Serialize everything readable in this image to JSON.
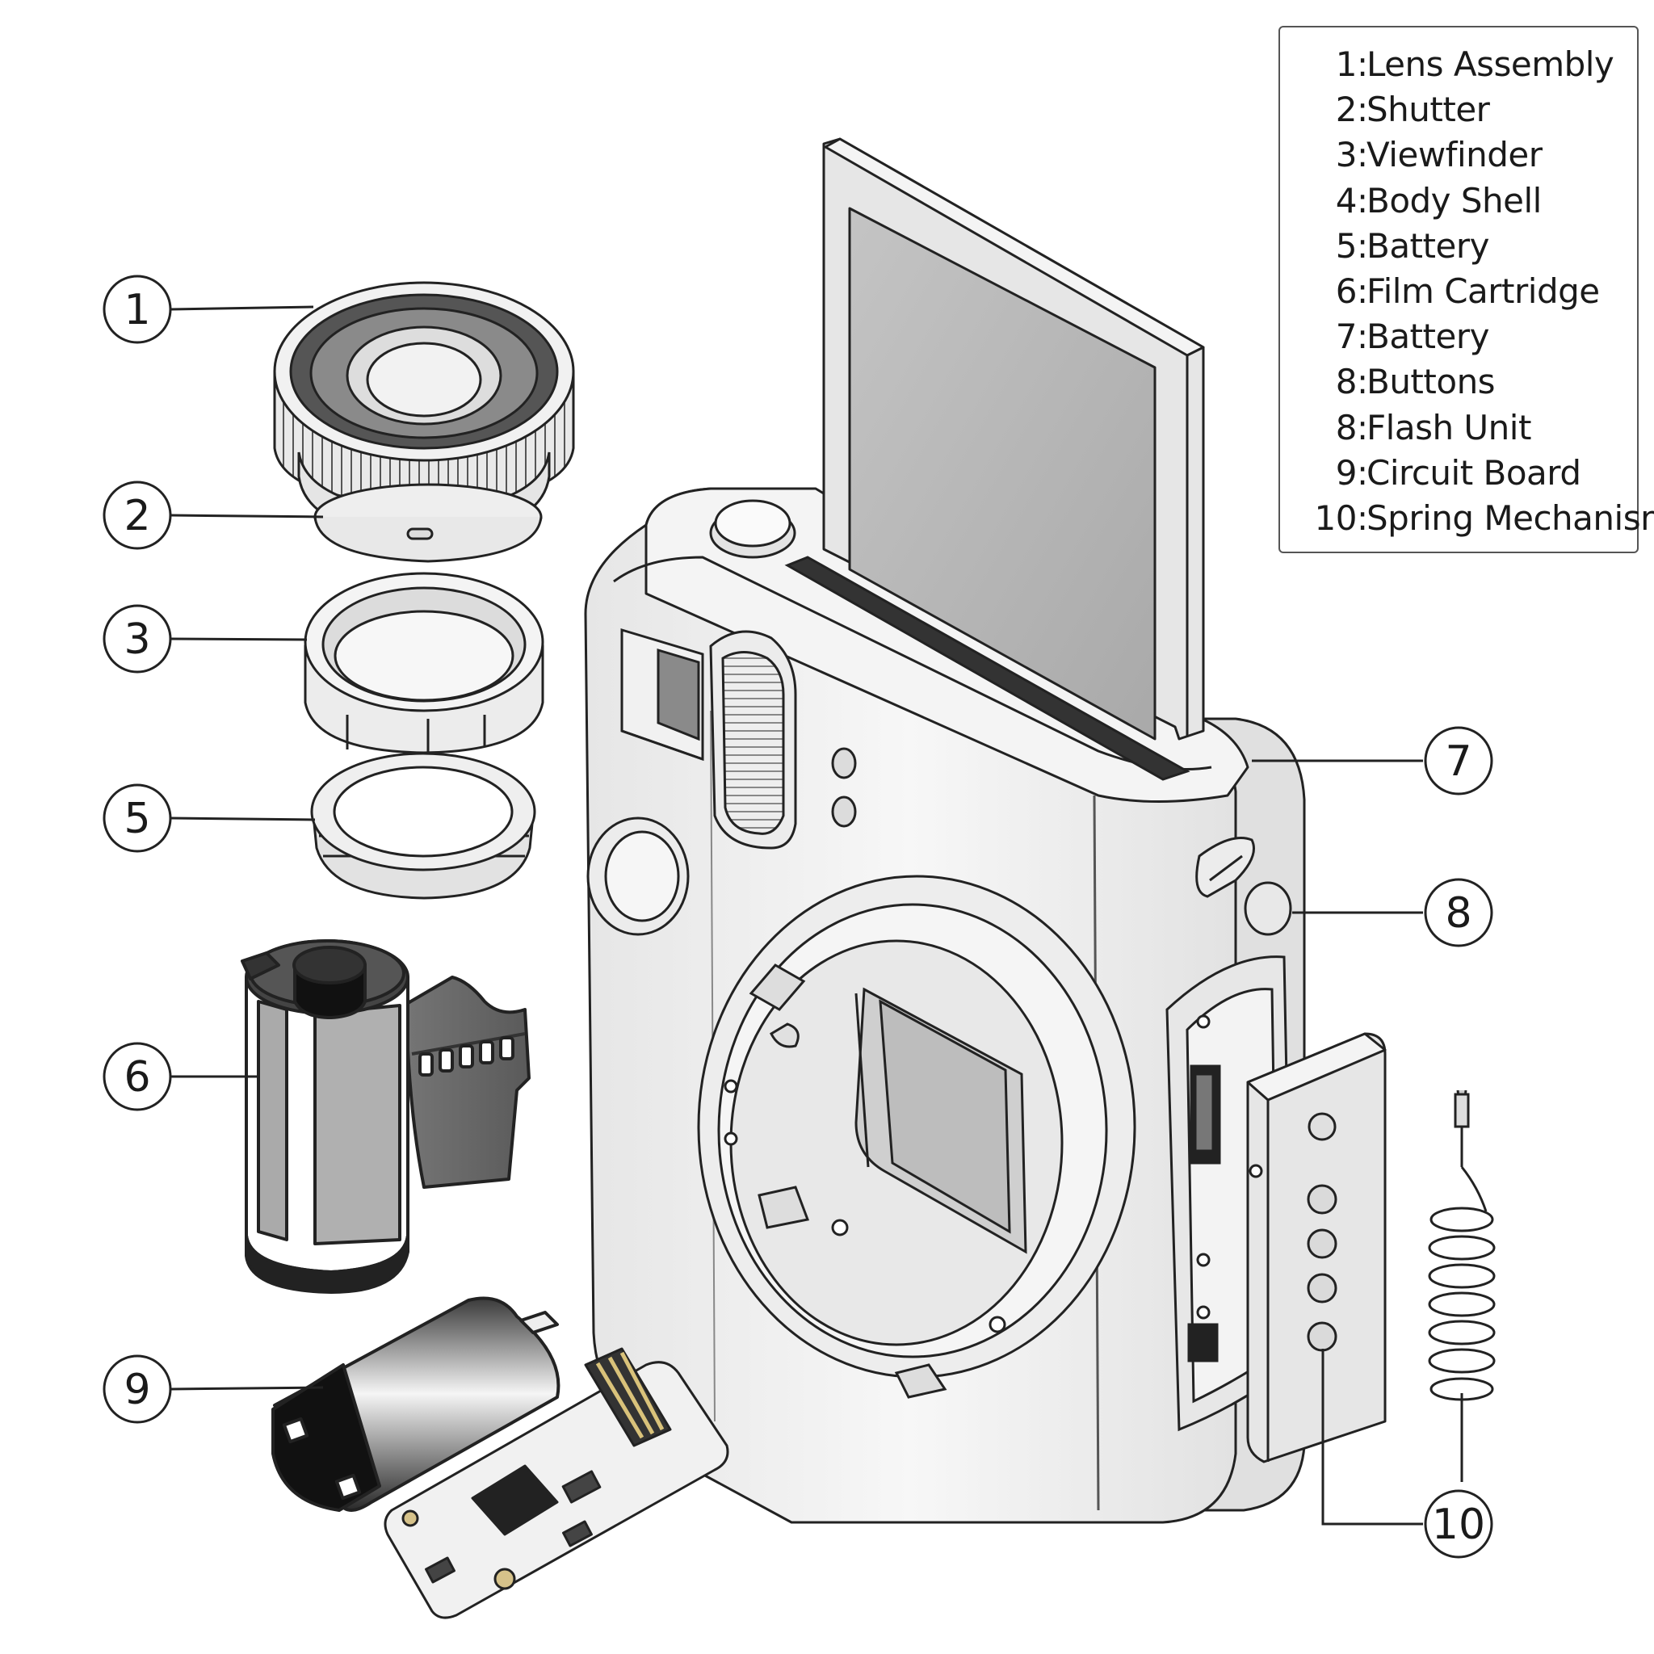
{
  "legend": {
    "items": [
      {
        "num": "1",
        "label": "Lens Assembly"
      },
      {
        "num": "2",
        "label": "Shutter"
      },
      {
        "num": "3",
        "label": "Viewfinder"
      },
      {
        "num": "4",
        "label": "Body Shell"
      },
      {
        "num": "5",
        "label": "Battery"
      },
      {
        "num": "6",
        "label": "Film Cartridge"
      },
      {
        "num": "7",
        "label": "Battery"
      },
      {
        "num": "8",
        "label": "Buttons"
      },
      {
        "num": "8",
        "label": "Flash Unit"
      },
      {
        "num": "9",
        "label": "Circuit Board"
      },
      {
        "num": "10",
        "label": "Spring Mechanism"
      }
    ]
  },
  "callouts": {
    "c1": "1",
    "c2": "2",
    "c3": "3",
    "c5": "5",
    "c6": "6",
    "c7": "7",
    "c8": "8",
    "c9": "9",
    "c10": "10"
  },
  "colors": {
    "line": "#222222",
    "body_fill": "#f2f2f2",
    "shade": "#cfcfcf",
    "dark": "#1e1e1e",
    "screen": "#b9b9b9"
  }
}
